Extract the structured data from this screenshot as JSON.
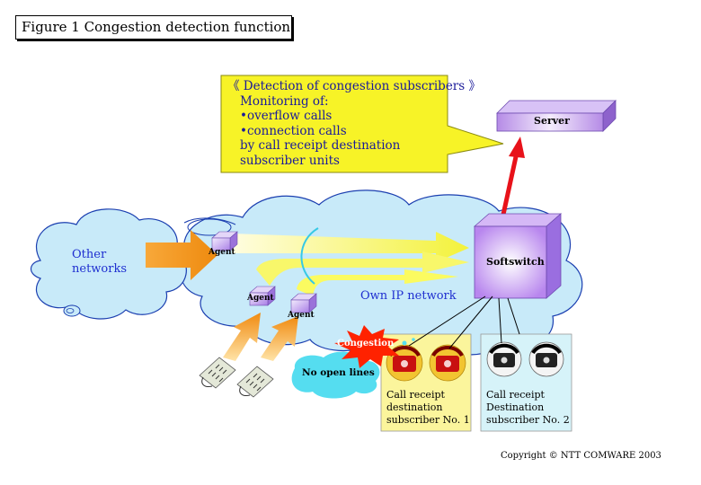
{
  "figure_title": "Figure 1  Congestion detection function",
  "callout": {
    "heading": "《 Detection of congestion subscribers 》",
    "lines": [
      "Monitoring of:",
      "•overflow calls",
      "•connection calls",
      "by call receipt destination",
      "subscriber units"
    ]
  },
  "labels": {
    "server": "Server",
    "softswitch": "Softswitch",
    "other_networks_line1": "Other",
    "other_networks_line2": "networks",
    "own_ip_network": "Own IP network",
    "agent": "Agent",
    "congestion": "Congestion",
    "no_open_lines": "No open lines",
    "subscriber1": [
      "Call receipt",
      "destination",
      "subscriber No. 1"
    ],
    "subscriber2": [
      "Call receipt",
      "Destination",
      "subscriber No. 2"
    ]
  },
  "copyright": "Copyright ©  NTT COMWARE  2003",
  "colors": {
    "callout_yellow": "#f7f327",
    "cloud_blue": "#c8eaf9",
    "arrow_orange": "#f49a1c",
    "arrow_yellow": "#fbfb60",
    "softswitch_purple": "#c39cf0",
    "congestion_red": "#ff2200",
    "cyan_bubble": "#55ddf0",
    "subscriber1_bg": "#fbf59c",
    "subscriber2_bg": "#d6f3f9",
    "signal_red": "#e8121a"
  }
}
